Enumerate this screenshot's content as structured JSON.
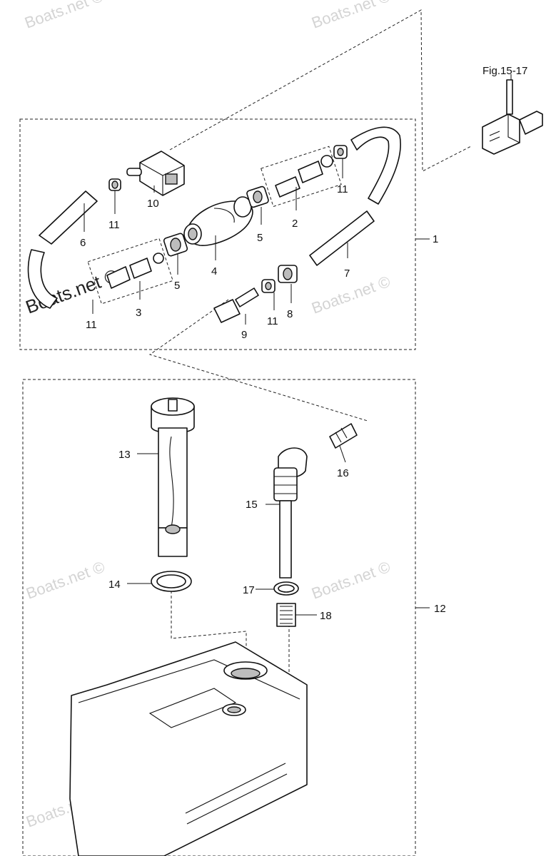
{
  "figure_ref": "Fig.15-17",
  "callouts": {
    "c1": "1",
    "c2": "2",
    "c3": "3",
    "c4": "4",
    "c5a": "5",
    "c5b": "5",
    "c6": "6",
    "c7": "7",
    "c8": "8",
    "c9": "9",
    "c10": "10",
    "c11a": "11",
    "c11b": "11",
    "c11c": "11",
    "c11d": "11",
    "c12": "12",
    "c13": "13",
    "c14": "14",
    "c15": "15",
    "c16": "16",
    "c17": "17",
    "c18": "18"
  },
  "watermarks": {
    "w1": "Boats.net ©",
    "w2": "Boats.net ©",
    "w3": "Boats.net ©",
    "w4": "Boats.net ©",
    "w5": "Boats.net ©",
    "w6": "Boats.net ©",
    "w7": "Boats.net ©"
  }
}
